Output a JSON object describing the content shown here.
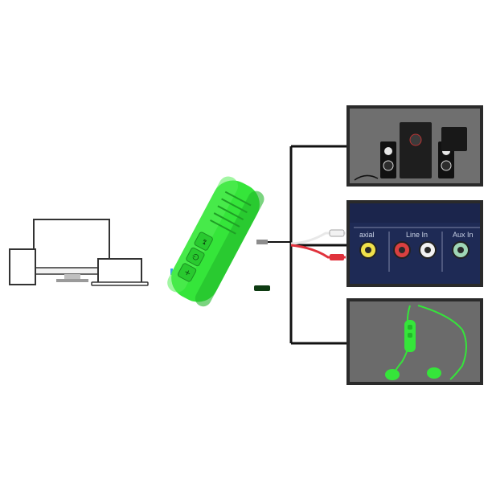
{
  "scene": {
    "description_colors": {
      "adapter_green": "#35e53a",
      "adapter_dark_green": "#22b82a",
      "panel_frame": "#2a2a2a",
      "panel_bg": "#6f6f6f",
      "receiver_panel_blue": "#1e2a55",
      "signal_blue": "#3aa3e6"
    }
  },
  "panels": {
    "receiver_labels": [
      "axial",
      "Line In",
      "Aux In"
    ]
  }
}
